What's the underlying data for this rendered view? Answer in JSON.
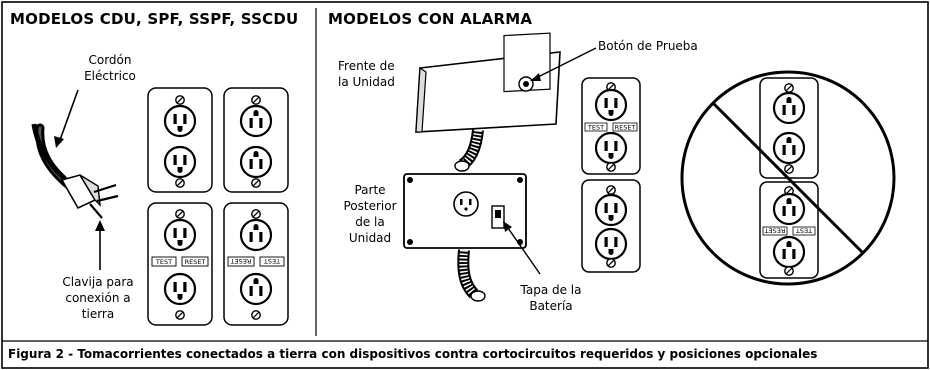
{
  "sections": {
    "left_heading": "MODELOS CDU, SPF, SSPF, SSCDU",
    "right_heading": "MODELOS CON ALARMA"
  },
  "labels": {
    "cord": [
      "Cordón",
      "Eléctrico"
    ],
    "plug": [
      "Clavija para",
      "conexión a",
      "tierra"
    ],
    "front": [
      "Frente de",
      "la Unidad"
    ],
    "test_button": "Botón de Prueba",
    "back": [
      "Parte",
      "Posterior",
      "de la",
      "Unidad"
    ],
    "battery_cover": [
      "Tapa de la",
      "Batería"
    ]
  },
  "outlet_buttons": {
    "test": "TEST",
    "reset": "RESET"
  },
  "caption": "Figura 2 - Tomacorrientes conectados a tierra con dispositivos contra cortocircuitos requeridos y posiciones opcionales"
}
